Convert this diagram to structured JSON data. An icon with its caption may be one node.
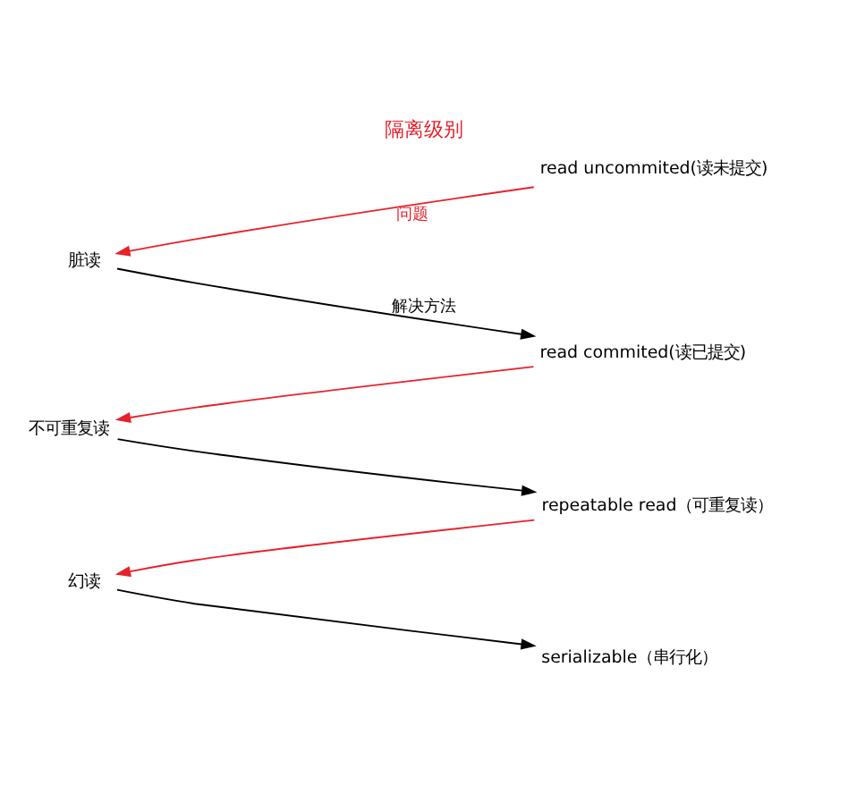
{
  "diagram": {
    "title": "隔离级别",
    "nodes": [
      {
        "text": [
          "read uncommited(读未提交)"
        ]
      },
      {
        "text": [
          "脏读"
        ]
      },
      {
        "text": [
          "read commited(读已提交)"
        ]
      },
      {
        "text": [
          "不可重复读"
        ]
      },
      {
        "text": [
          "repeatable read（可重复读）"
        ]
      },
      {
        "text": [
          "幻读"
        ]
      },
      {
        "text": [
          "serializable（串行化）"
        ]
      }
    ],
    "edges": [
      {
        "from": 0,
        "to": 1,
        "arrow": "to",
        "label": "问题",
        "color": "#e8212b"
      },
      {
        "from": 1,
        "to": 2,
        "arrow": "to",
        "label": "解决方法",
        "color": "#000000"
      },
      {
        "from": 2,
        "to": 3,
        "arrow": "to",
        "color": "#e8212b"
      },
      {
        "from": 3,
        "to": 4,
        "arrow": "to",
        "color": "#000000"
      },
      {
        "from": 4,
        "to": 5,
        "arrow": "to",
        "color": "#e8212b"
      },
      {
        "from": 5,
        "to": 6,
        "arrow": "to",
        "color": "#000000"
      }
    ]
  }
}
